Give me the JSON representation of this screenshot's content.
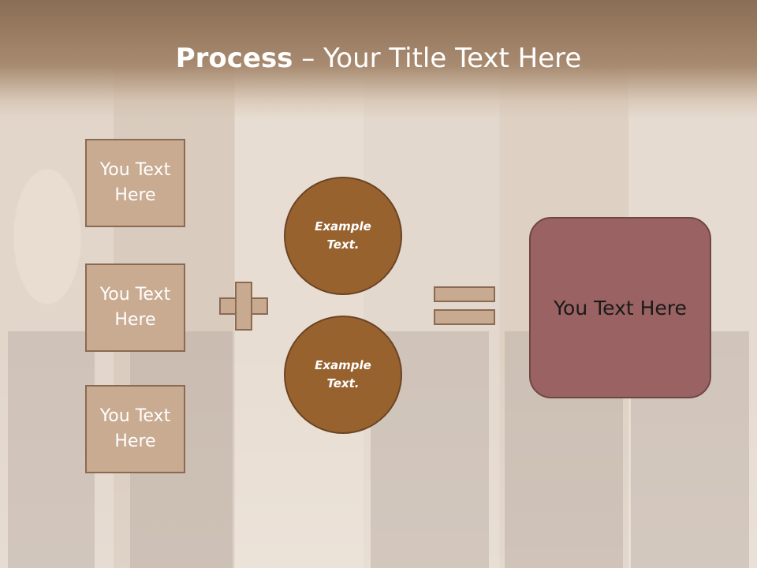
{
  "title": {
    "bold": "Process",
    "rest": " – Your Title Text Here"
  },
  "left_boxes": [
    {
      "line1": "You Text",
      "line2": "Here"
    },
    {
      "line1": "You Text",
      "line2": "Here"
    },
    {
      "line1": "You Text",
      "line2": "Here"
    }
  ],
  "circles": [
    {
      "line1": "Example",
      "line2": "Text."
    },
    {
      "line1": "Example",
      "line2": "Text."
    }
  ],
  "result": {
    "label": "You Text Here"
  },
  "colors": {
    "header": "#a78a6f",
    "box": "#c9ab91",
    "circle": "#98622f",
    "result": "#9a6262"
  }
}
